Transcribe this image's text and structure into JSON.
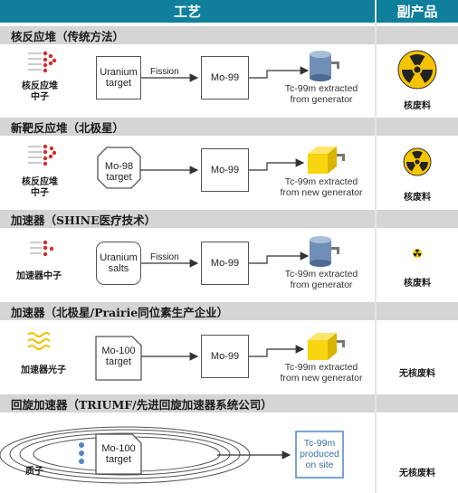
{
  "header": {
    "process": "工艺",
    "byproduct": "副产品"
  },
  "rows": [
    {
      "title": "核反应堆（传统方法）",
      "source": "核反应堆\n中子",
      "target": "Uranium\ntarget",
      "step": "Fission",
      "product": "Mo-99",
      "output": "Tc-99m extracted\nfrom generator",
      "byproduct": "核废料"
    },
    {
      "title": "新靶反应堆（北极星）",
      "source": "核反应堆\n中子",
      "target": "Mo-98\ntarget",
      "step": "",
      "product": "Mo-99",
      "output": "Tc-99m extracted\nfrom new generator",
      "byproduct": "核废料"
    },
    {
      "title": "加速器（SHINE医疗技术）",
      "source": "加速器中子",
      "target": "Uranium\nsalts",
      "step": "Fission",
      "product": "Mo-99",
      "output": "Tc-99m extracted\nfrom generator",
      "byproduct": "核废料"
    },
    {
      "title": "加速器（北极星/Prairie同位素生产企业）",
      "source": "加速器光子",
      "target": "Mo-100\ntarget",
      "step": "",
      "product": "Mo-99",
      "output": "Tc-99m extracted\nfrom new generator",
      "byproduct": "无核废料"
    },
    {
      "title": "回旋加速器（TRIUMF/先进回旋加速器系统公司）",
      "source": "质子",
      "target": "Mo-100\ntarget",
      "step": "",
      "product": "",
      "output": "Tc-99m\nproduced\non site",
      "byproduct": "无核废料"
    }
  ],
  "colors": {
    "header": "#0f7f9b",
    "section": "#d5d5d5",
    "radiation_yellow": "#f5c400",
    "cube_yellow": "#f7d511",
    "generator_blue": "#5e7ea6",
    "dots": "#d42a2a"
  }
}
